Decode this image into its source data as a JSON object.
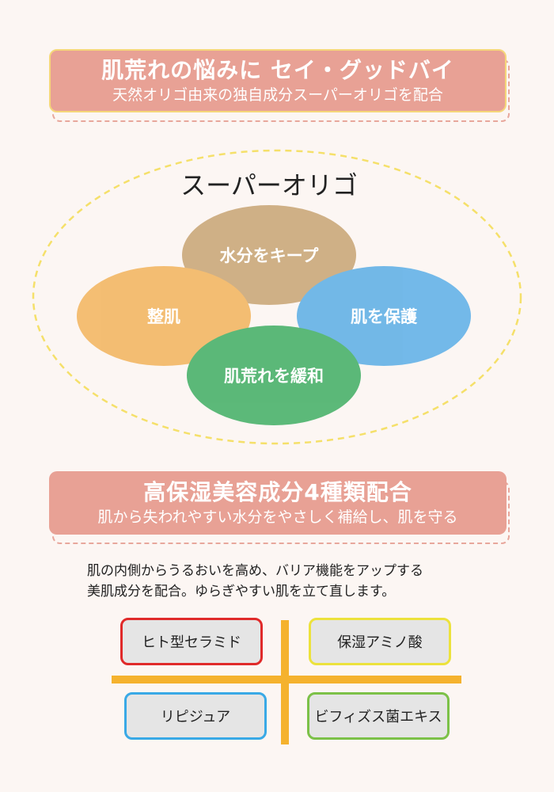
{
  "banner1": {
    "title": "肌荒れの悩みに セイ・グッドバイ",
    "subtitle": "天然オリゴ由来の独自成分スーパーオリゴを配合"
  },
  "diagram": {
    "title": "スーパーオリゴ",
    "circles": [
      {
        "label": "水分をキープ",
        "color": "#c8a474"
      },
      {
        "label": "整肌",
        "color": "#f2b45c"
      },
      {
        "label": "肌を保護",
        "color": "#5aaee6"
      },
      {
        "label": "肌荒れを緩和",
        "color": "#3fae63"
      }
    ]
  },
  "banner2": {
    "title": "高保湿美容成分4種類配合",
    "subtitle": "肌から失われやすい水分をやさしく補給し、肌を守る"
  },
  "description": {
    "line1": "肌の内側からうるおいを高め、バリア機能をアップする",
    "line2": "美肌成分を配合。ゆらぎやすい肌を立て直します。"
  },
  "ingredients": [
    {
      "label": "ヒト型セラミド",
      "color": "#e02a2a"
    },
    {
      "label": "保湿アミノ酸",
      "color": "#ece23c"
    },
    {
      "label": "リピジュア",
      "color": "#39a9e6"
    },
    {
      "label": "ビフィズス菌エキス",
      "color": "#7cc148"
    }
  ]
}
